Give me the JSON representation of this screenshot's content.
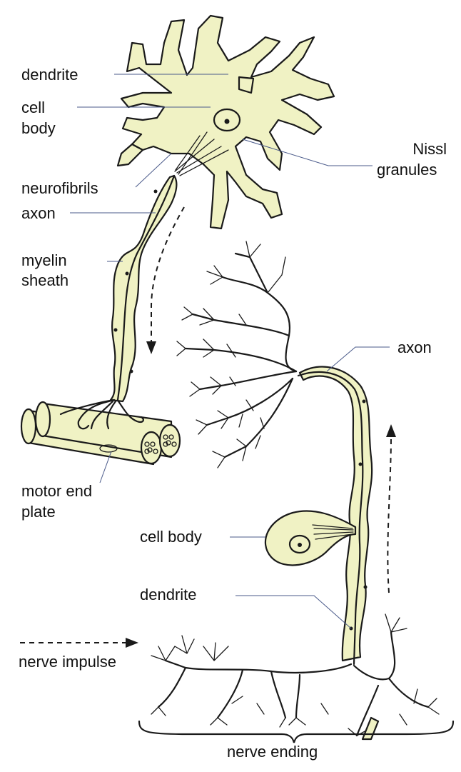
{
  "labels": {
    "motor_dendrite": "dendrite",
    "motor_cell_body_1": "cell",
    "motor_cell_body_2": "body",
    "nissl_1": "Nissl",
    "nissl_2": "granules",
    "neurofibrils": "neurofibrils",
    "motor_axon": "axon",
    "myelin_1": "myelin",
    "myelin_2": "sheath",
    "motor_end_plate_1": "motor end",
    "motor_end_plate_2": "plate",
    "sensory_axon": "axon",
    "sensory_cell_body": "cell body",
    "sensory_dendrite": "dendrite",
    "nerve_impulse": "nerve impulse",
    "nerve_ending": "nerve ending"
  },
  "colors": {
    "cell_fill": "#f0f2c4",
    "outline": "#1a1a1a",
    "leader": "#4a5a8a"
  }
}
